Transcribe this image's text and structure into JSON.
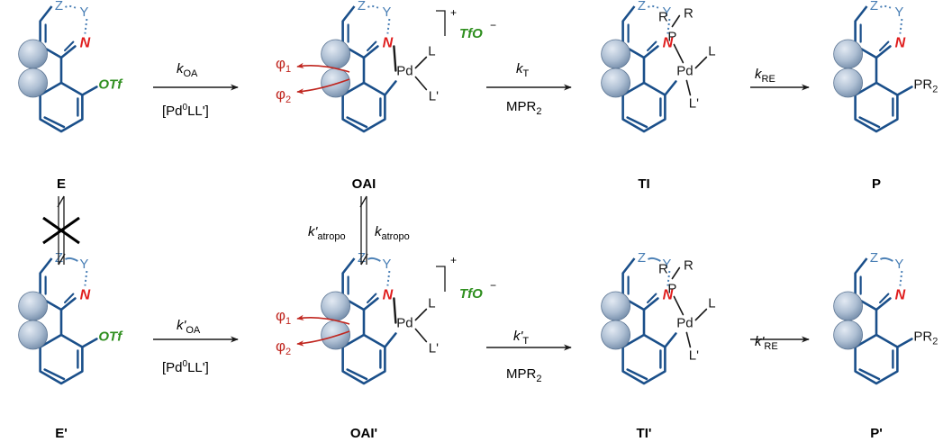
{
  "colors": {
    "ring": "#1a4f8a",
    "ring_light": "#4a7fb5",
    "sphere_dark": "#7f97b3",
    "sphere_light": "#dfe7f1",
    "nitrogen": "#e01e1e",
    "triflate": "#2f8f1f",
    "phi": "#c0261f",
    "text": "#1a1a1a",
    "arrow": "#1a1a1a"
  },
  "atoms": {
    "Z": "Z",
    "Y": "Y",
    "N": "N",
    "OTf": "OTf",
    "Pd": "Pd",
    "L": "L",
    "Lp": "L'",
    "P": "P",
    "R": "R",
    "PR": "PR",
    "sub2": "2"
  },
  "labels": {
    "E": "E",
    "OAI": "OAI",
    "TI": "TI",
    "P": "P",
    "Ep": "E'",
    "OAIp": "OAI'",
    "TIp": "TI'",
    "Pp": "P'"
  },
  "counterion": {
    "text": "TfO",
    "charge": "+",
    "minus": "−"
  },
  "phi": {
    "phi1": "φ",
    "phi2": "φ",
    "s1": "1",
    "s2": "2"
  },
  "arrows": {
    "top1": {
      "k": "k",
      "sub": "OA",
      "cond": "[Pd",
      "sup": "0",
      "cond2": "LL']"
    },
    "top2": {
      "k": "k",
      "sub": "T",
      "cond": "MPR",
      "sub2": "2"
    },
    "top3": {
      "k": "k",
      "sub": "RE"
    },
    "bot1": {
      "k": "k'",
      "sub": "OA",
      "cond": "[Pd",
      "sup": "0",
      "cond2": "LL']"
    },
    "bot2": {
      "k": "k'",
      "sub": "T",
      "cond": "MPR",
      "sub2": "2"
    },
    "bot3": {
      "k": "k'",
      "sub": "RE"
    },
    "vert": {
      "left_k": "k'",
      "left_sub": "atropo",
      "right_k": "k",
      "right_sub": "atropo"
    }
  }
}
